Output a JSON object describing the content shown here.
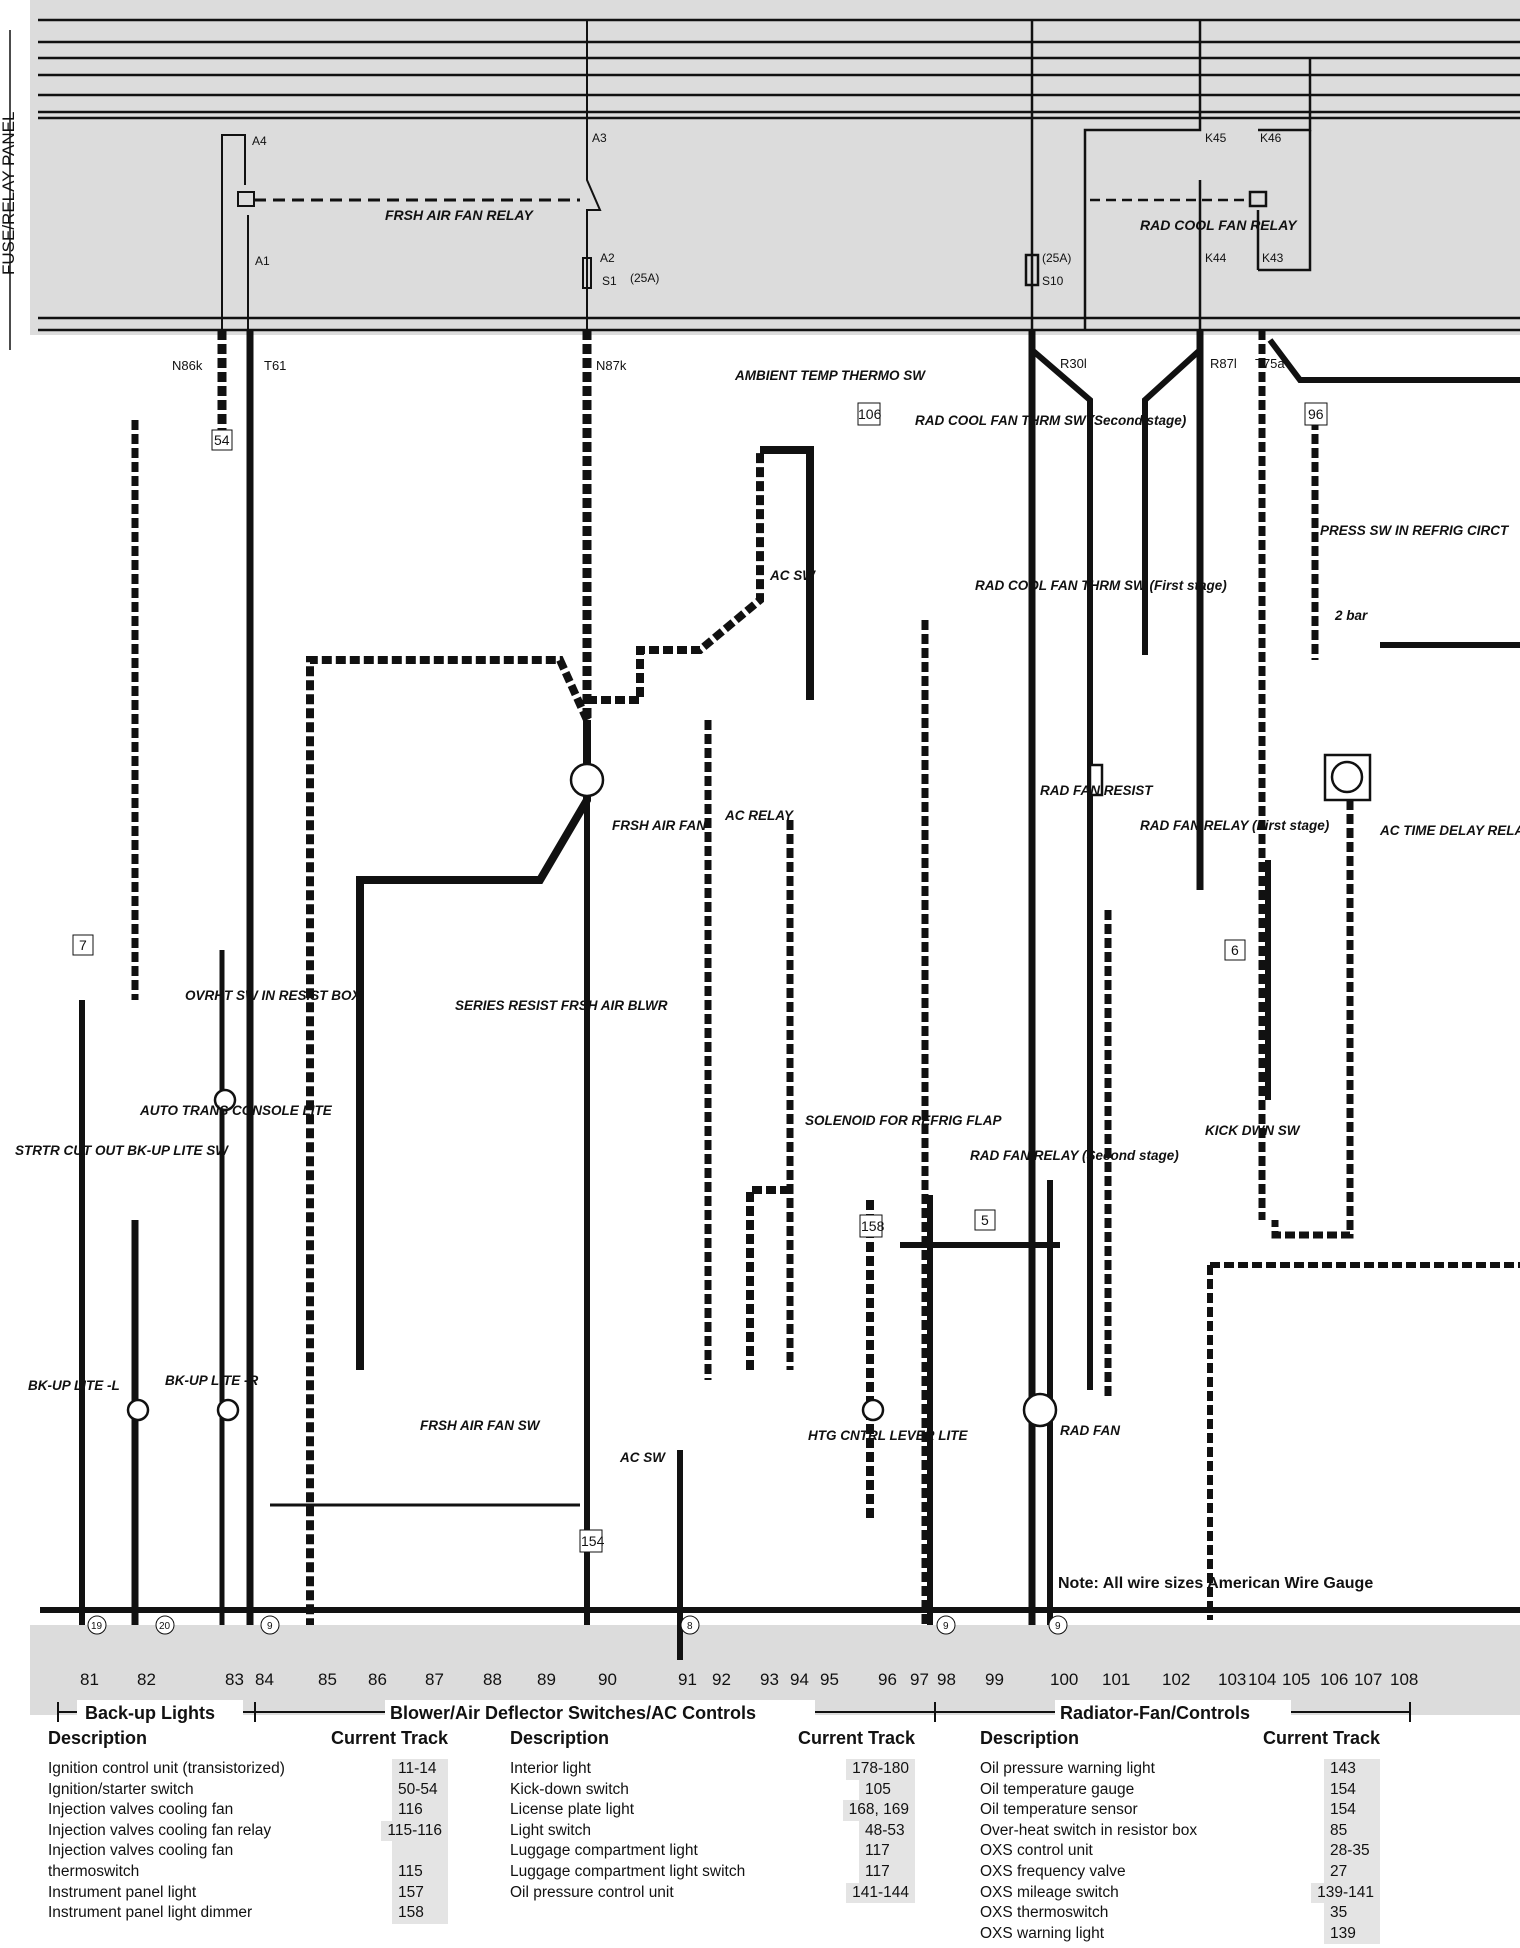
{
  "panel": {
    "side_label": "FUSE/RELAY PANEL",
    "relays": {
      "frsh_air_fan": "FRSH AIR FAN RELAY",
      "rad_cool_fan": "RAD COOL FAN RELAY"
    },
    "terminals": [
      "A4",
      "A1",
      "A3",
      "A2",
      "K45",
      "K46",
      "K44",
      "K43"
    ],
    "fuses": [
      {
        "name": "S1",
        "rating": "(25A)"
      },
      {
        "name": "S10",
        "rating": "(25A)"
      }
    ],
    "connectors": [
      "N86k",
      "T61",
      "N87k",
      "R30l",
      "R87l",
      "T75a"
    ]
  },
  "components": {
    "ambient_temp": "AMBIENT TEMP THERMO SW",
    "ac_sw_top": "AC SW",
    "rad_cool_fan_thrm_second": "RAD COOL FAN THRM SW (Second stage)",
    "rad_cool_fan_thrm_first": "RAD COOL FAN THRM SW (First stage)",
    "press_sw": "PRESS SW IN REFRIG CIRCT",
    "press_value": "2 bar",
    "frsh_air_fan": "FRSH AIR FAN",
    "ac_relay": "AC RELAY",
    "rad_fan_resist": "RAD FAN RESIST",
    "rad_fan_relay_first": "RAD FAN RELAY (First stage)",
    "ac_time_delay": "AC TIME DELAY RELAY",
    "ovrht_sw": "OVRHT SW IN RESIST BOX",
    "series_resist": "SERIES RESIST FRSH AIR BLWR",
    "auto_trans": "AUTO TRANS CONSOLE LITE",
    "strtr_cut_out": "STRTR CUT OUT BK-UP LITE SW",
    "solenoid": "SOLENOID FOR REFRIG FLAP",
    "rad_fan_relay_second": "RAD FAN RELAY (Second stage)",
    "kick_dwn": "KICK DWN SW",
    "bk_up_lite_l": "BK-UP LITE -L",
    "bk_up_lite_r": "BK-UP LITE -R",
    "frsh_air_fan_sw": "FRSH AIR FAN SW",
    "ac_sw_bottom": "AC SW",
    "htg_cntrl": "HTG CNTRL LEVER LITE",
    "rad_fan": "RAD FAN"
  },
  "boxes": [
    "54",
    "106",
    "96",
    "7",
    "6",
    "5",
    "158",
    "154"
  ],
  "ground_points": [
    "19",
    "20",
    "9",
    "8",
    "9",
    "9"
  ],
  "note": "Note: All wire sizes American Wire Gauge",
  "tracks": [
    "81",
    "82",
    "83",
    "84",
    "85",
    "86",
    "87",
    "88",
    "89",
    "90",
    "91",
    "92",
    "93",
    "94",
    "95",
    "96",
    "97",
    "98",
    "99",
    "100",
    "101",
    "102",
    "103",
    "104",
    "105",
    "106",
    "107",
    "108"
  ],
  "sections": [
    {
      "label": "Back-up Lights"
    },
    {
      "label": "Blower/Air Deflector Switches/AC Controls"
    },
    {
      "label": "Radiator-Fan/Controls"
    }
  ],
  "legend": {
    "header_description": "Description",
    "header_track": "Current Track",
    "columns": [
      [
        {
          "d": "Ignition control unit (transistorized)",
          "t": "11-14"
        },
        {
          "d": "Ignition/starter switch",
          "t": "50-54"
        },
        {
          "d": "Injection valves cooling fan",
          "t": "116"
        },
        {
          "d": "Injection valves cooling fan relay",
          "t": "115-116"
        },
        {
          "d": "Injection valves cooling fan",
          "t": ""
        },
        {
          "d": "   thermoswitch",
          "t": "115"
        },
        {
          "d": "Instrument panel light",
          "t": "157"
        },
        {
          "d": "Instrument panel light dimmer",
          "t": "158"
        }
      ],
      [
        {
          "d": "Interior light",
          "t": "178-180"
        },
        {
          "d": "Kick-down switch",
          "t": "105"
        },
        {
          "d": "License plate light",
          "t": "168, 169"
        },
        {
          "d": "Light switch",
          "t": "48-53"
        },
        {
          "d": "Luggage compartment light",
          "t": "117"
        },
        {
          "d": "Luggage compartment light switch",
          "t": "117"
        },
        {
          "d": "Oil pressure control unit",
          "t": "141-144"
        }
      ],
      [
        {
          "d": "Oil pressure warning light",
          "t": "143"
        },
        {
          "d": "Oil temperature gauge",
          "t": "154"
        },
        {
          "d": "Oil temperature sensor",
          "t": "154"
        },
        {
          "d": "Over-heat switch in resistor box",
          "t": "85"
        },
        {
          "d": "OXS control unit",
          "t": "28-35"
        },
        {
          "d": "OXS frequency valve",
          "t": "27"
        },
        {
          "d": "OXS mileage switch",
          "t": "139-141"
        },
        {
          "d": "OXS thermoswitch",
          "t": "35"
        },
        {
          "d": "OXS warning light",
          "t": "139"
        }
      ]
    ]
  }
}
